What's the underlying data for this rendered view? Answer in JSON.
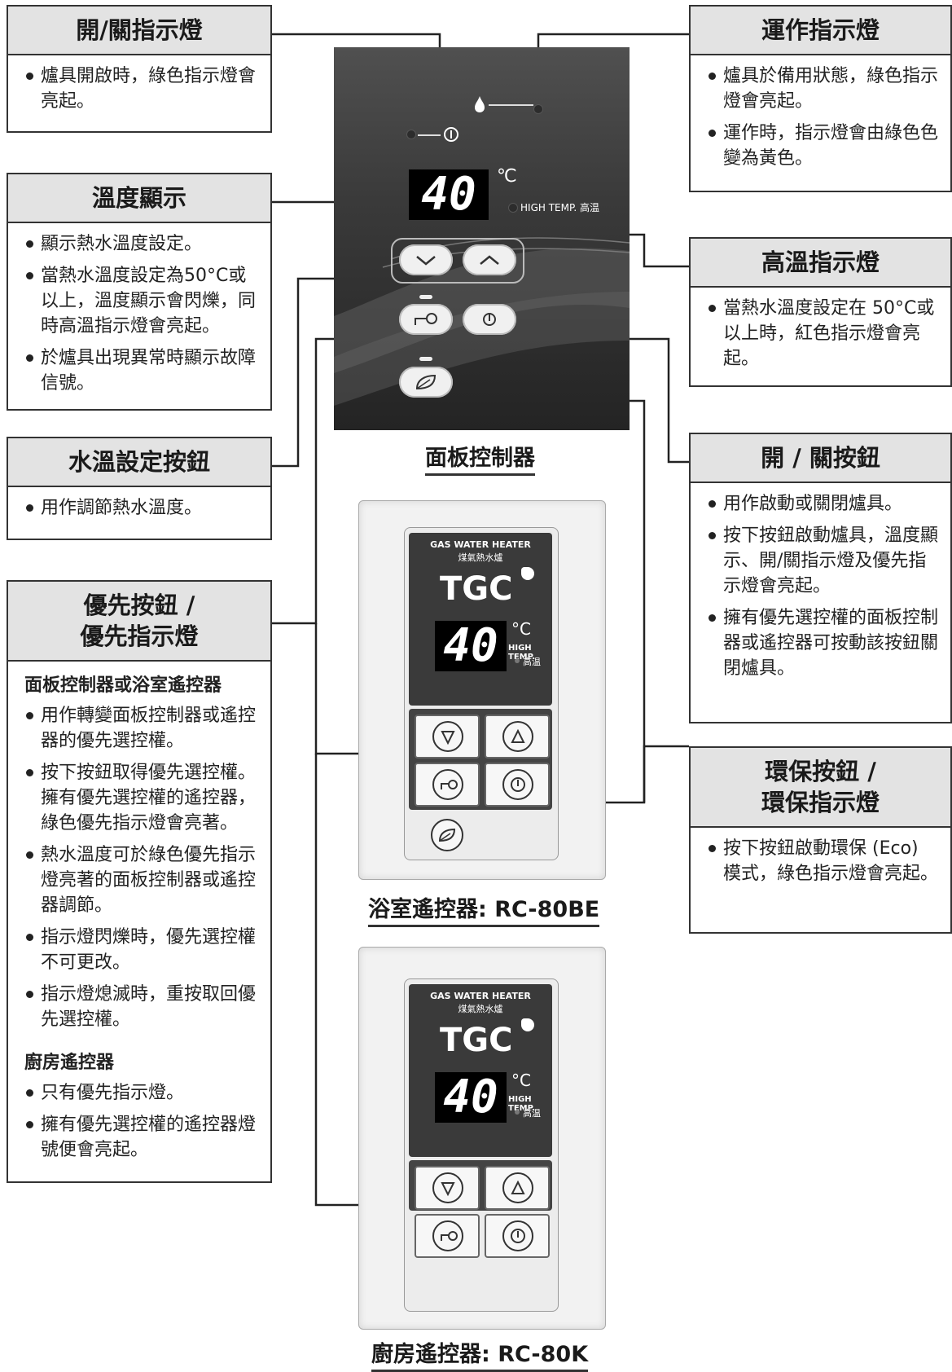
{
  "boxes": {
    "on_off_light": {
      "title": "開/關指示燈",
      "items": [
        "爐具開啟時，綠色指示燈會亮起。"
      ]
    },
    "temp_display": {
      "title": "溫度顯示",
      "items": [
        "顯示熱水溫度設定。",
        "當熱水溫度設定為50°C或以上，溫度顯示會閃爍，同時高溫指示燈會亮起。",
        "於爐具出現異常時顯示故障信號。"
      ]
    },
    "temp_buttons": {
      "title": "水溫設定按鈕",
      "items": [
        "用作調節熱水溫度。"
      ]
    },
    "priority": {
      "title": "優先按鈕 /\n優先指示燈",
      "sub1": "面板控制器或浴室遙控器",
      "items1": [
        "用作轉變面板控制器或遙控器的優先選控權。",
        "按下按鈕取得優先選控權。擁有優先選控權的遙控器，綠色優先指示燈會亮著。",
        "熱水溫度可於綠色優先指示燈亮著的面板控制器或遙控器調節。",
        "指示燈閃爍時，優先選控權不可更改。",
        "指示燈熄滅時，重按取回優先選控權。"
      ],
      "sub2": "廚房遙控器",
      "items2": [
        "只有優先指示燈。",
        "擁有優先選控權的遙控器燈號便會亮起。"
      ]
    },
    "operation_light": {
      "title": "運作指示燈",
      "items": [
        "爐具於備用狀態，綠色指示燈會亮起。",
        "運作時，指示燈會由綠色色變為黃色。"
      ]
    },
    "high_temp_light": {
      "title": "高溫指示燈",
      "items": [
        "當熱水溫度設定在 50°C或以上時，紅色指示燈會亮起。"
      ]
    },
    "on_off_button": {
      "title": "開 / 關按鈕",
      "items": [
        "用作啟動或關閉爐具。",
        "按下按鈕啟動爐具，溫度顯示、開/關指示燈及優先指示燈會亮起。",
        "擁有優先選控權的面板控制器或遙控器可按動該按鈕關閉爐具。"
      ]
    },
    "eco": {
      "title": "環保按鈕 /\n環保指示燈",
      "items": [
        "按下按鈕啟動環保 (Eco) 模式，綠色指示燈會亮起。"
      ]
    }
  },
  "panel": {
    "temp": "40",
    "unit": "℃",
    "high_temp": "HIGH TEMP. 高温",
    "caption": "面板控制器"
  },
  "remote1": {
    "brand_line1": "GAS WATER HEATER",
    "brand_line2": "煤氣熱水爐",
    "logo": "TGC",
    "temp": "40",
    "unit": "°C",
    "high_temp": "HIGH TEMP.",
    "high_temp_cn": "高温",
    "caption": "浴室遙控器: RC-80BE"
  },
  "remote2": {
    "brand_line1": "GAS WATER HEATER",
    "brand_line2": "煤氣熱水爐",
    "logo": "TGC",
    "temp": "40",
    "unit": "°C",
    "high_temp": "HIGH TEMP.",
    "high_temp_cn": "高温",
    "caption": "廚房遙控器: RC-80K"
  },
  "colors": {
    "box_header": "#e3e3e3",
    "panel": "#3a3a3a",
    "led_green": "#3a3a3a"
  }
}
